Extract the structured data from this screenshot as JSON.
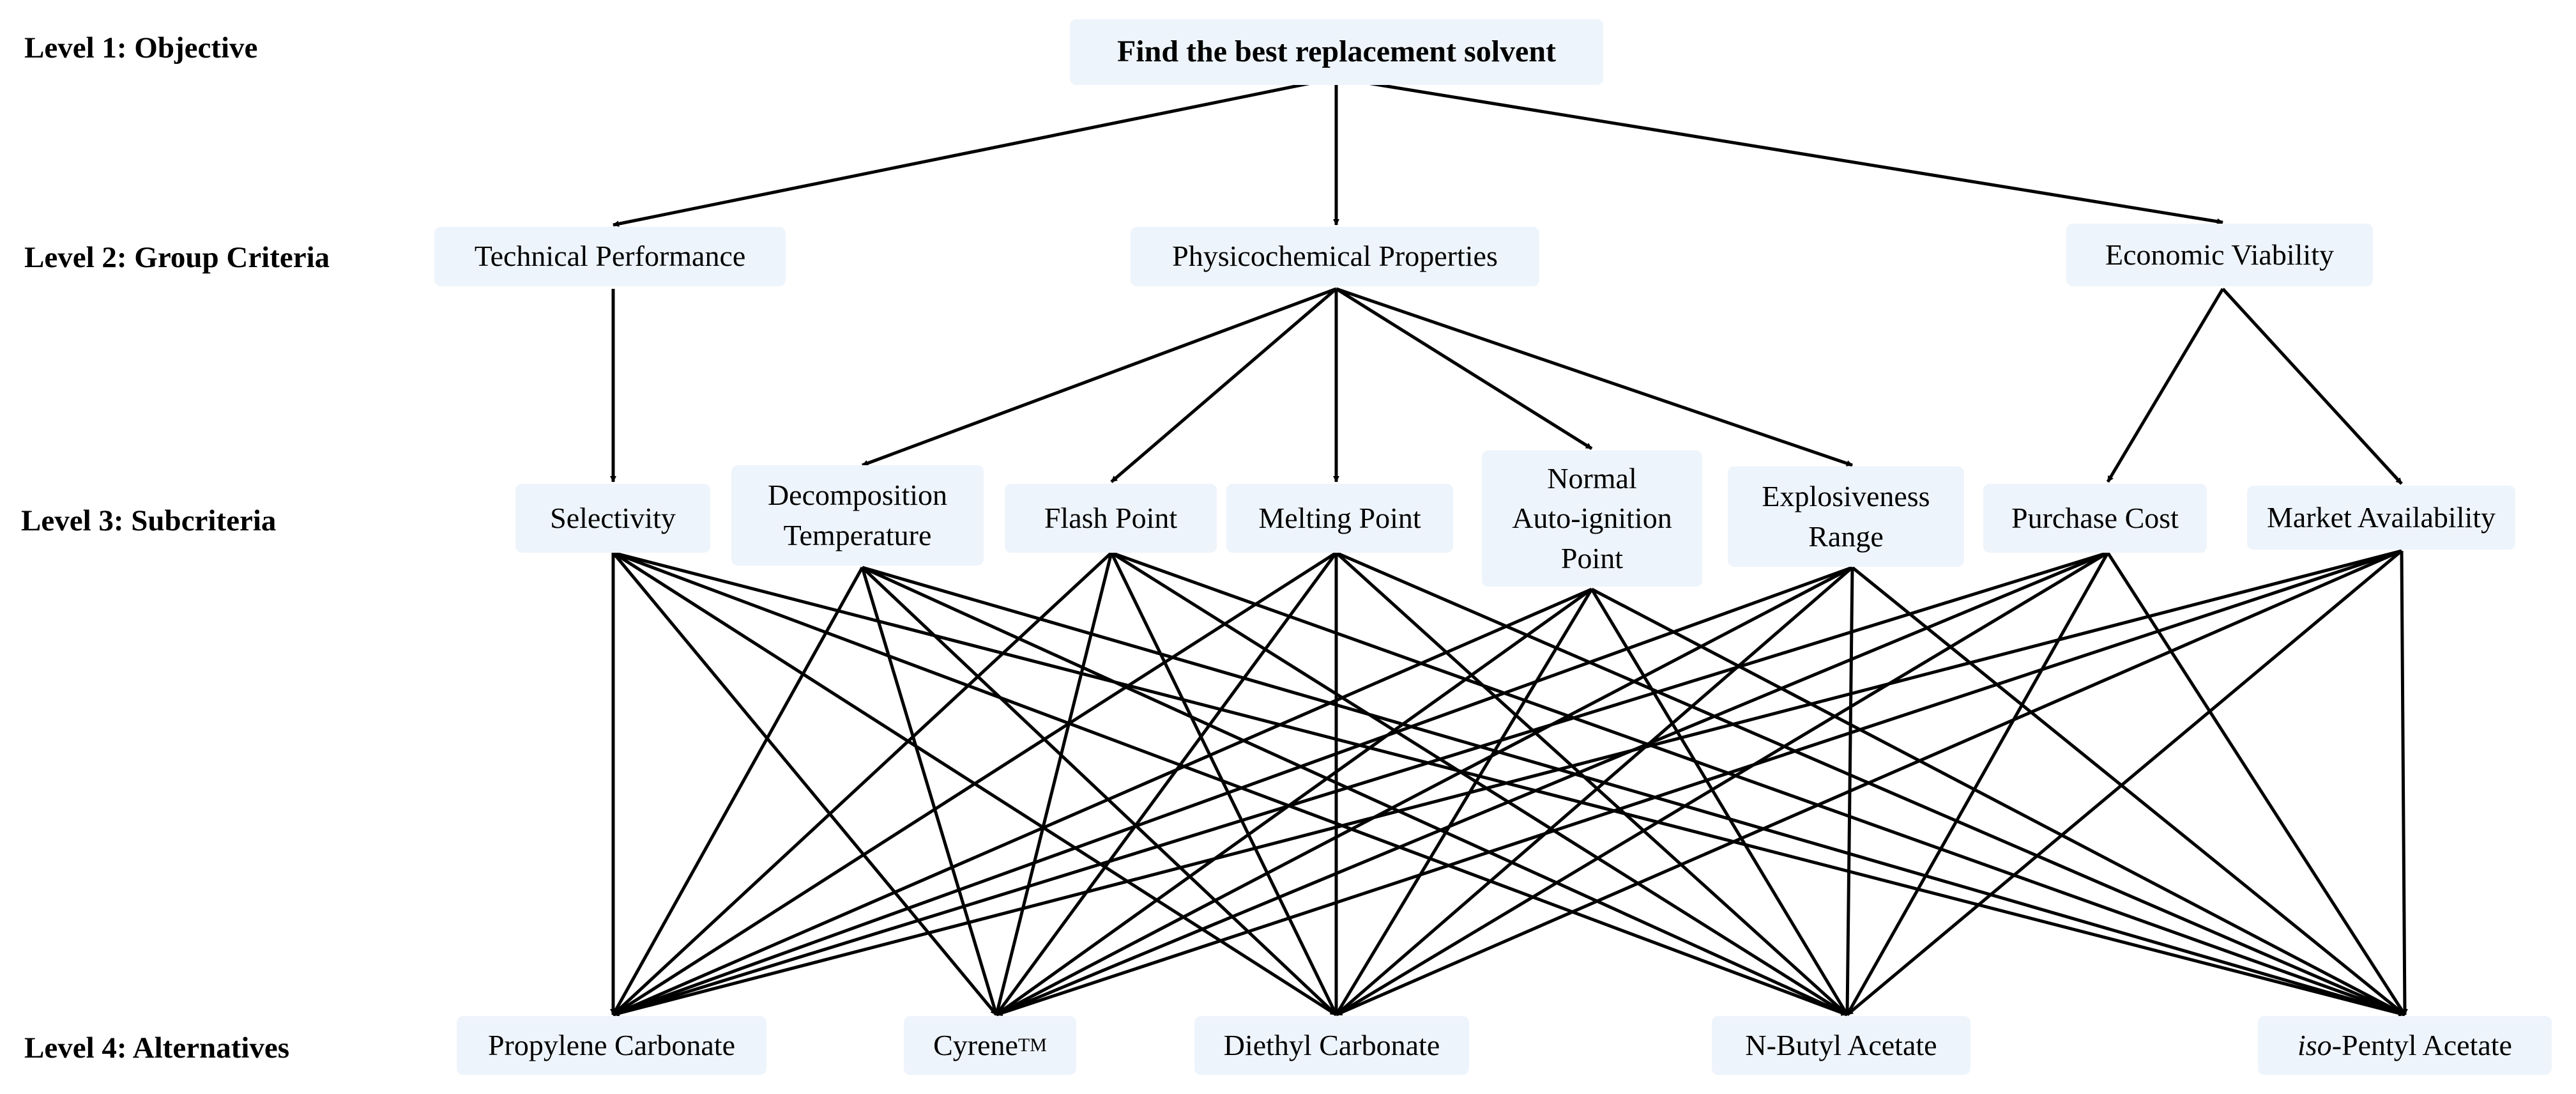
{
  "levels": [
    {
      "label": "Level 1: Objective"
    },
    {
      "label": "Level 2: Group Criteria"
    },
    {
      "label": "Level 3: Subcriteria"
    },
    {
      "label": "Level 4: Alternatives"
    }
  ],
  "objective": {
    "label": "Find the best replacement solvent"
  },
  "group_criteria": [
    {
      "label": "Technical Performance"
    },
    {
      "label": "Physicochemical Properties"
    },
    {
      "label": "Economic Viability"
    }
  ],
  "subcriteria": [
    {
      "label": "Selectivity"
    },
    {
      "label": "Decomposition\nTemperature"
    },
    {
      "label": "Flash Point"
    },
    {
      "label": "Melting Point"
    },
    {
      "label": "Normal\nAuto-ignition\nPoint"
    },
    {
      "label": "Explosiveness\nRange"
    },
    {
      "label": "Purchase Cost"
    },
    {
      "label": "Market Availability"
    }
  ],
  "alternatives": [
    {
      "label": "Propylene Carbonate"
    },
    {
      "label": "Cyrene",
      "superscript": "TM"
    },
    {
      "label": "Diethyl Carbonate"
    },
    {
      "label": "N-Butyl Acetate"
    },
    {
      "label": "-Pentyl Acetate",
      "prefix_italic": "iso"
    }
  ]
}
